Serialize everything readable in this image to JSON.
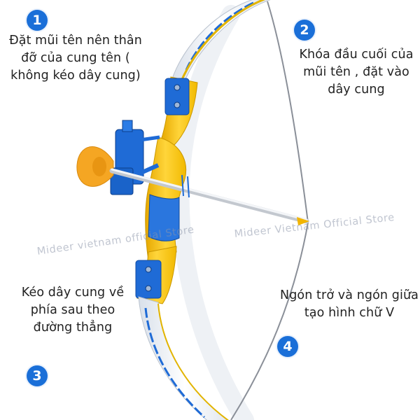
{
  "steps": [
    {
      "number": "1",
      "text": "Đặt mũi tên nên thân đỡ của cung tên ( không kéo dây cung)"
    },
    {
      "number": "2",
      "text": "Khóa đầu cuối của mũi tên , đặt vào dây cung"
    },
    {
      "number": "3",
      "text": "Kéo dây cung về phía sau theo đường thẳng"
    },
    {
      "number": "4",
      "text": "Ngón trở và ngón giữa tạo hình chữ V"
    }
  ],
  "watermarks": [
    "Mideer vietnam official Store",
    "Mideer Vietnam Official Store"
  ],
  "colors": {
    "accent": "#1a6fd8",
    "bow_yellow": "#f5c518",
    "bow_blue": "#1f6bd6",
    "limb": "#f4f7fb"
  }
}
